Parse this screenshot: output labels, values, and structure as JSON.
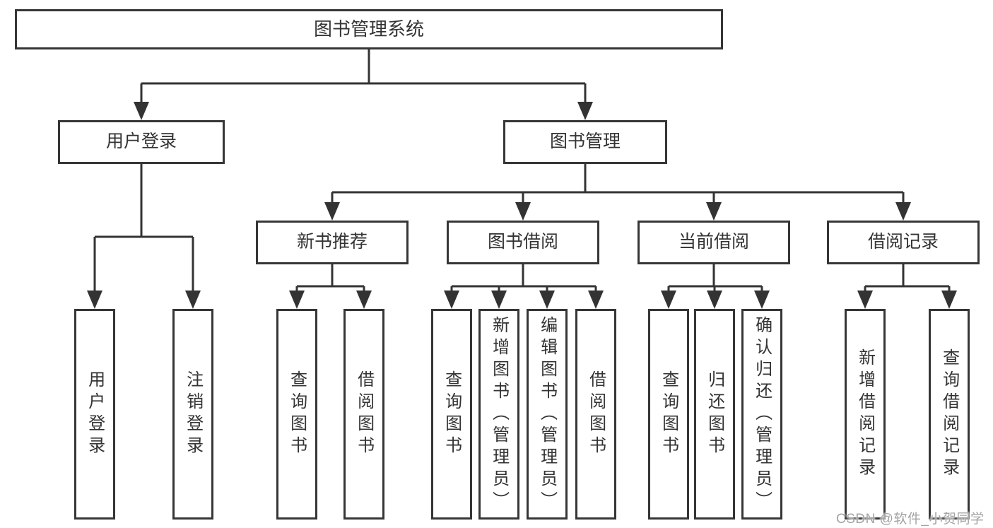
{
  "diagram": {
    "title": "图书管理系统",
    "tree": {
      "root": "图书管理系统",
      "children": [
        {
          "label": "用户登录",
          "children": [
            "用户登录",
            "注销登录"
          ]
        },
        {
          "label": "图书管理",
          "children": [
            {
              "label": "新书推荐",
              "children": [
                "查询图书",
                "借阅图书"
              ]
            },
            {
              "label": "图书借阅",
              "children": [
                "查询图书",
                "新增图书（管理员）",
                "编辑图书（管理员）",
                "借阅图书"
              ]
            },
            {
              "label": "当前借阅",
              "children": [
                "查询图书",
                "归还图书",
                "确认归还（管理员）"
              ]
            },
            {
              "label": "借阅记录",
              "children": [
                "新增借阅记录",
                "查询借阅记录"
              ]
            }
          ]
        }
      ]
    },
    "colors": {
      "line": "#333333",
      "box_border": "#363636",
      "text": "#333333",
      "background": "#ffffff",
      "watermark": "#a3a3a3"
    }
  },
  "watermark": {
    "text": "CSDN @软件_小贺同学"
  }
}
